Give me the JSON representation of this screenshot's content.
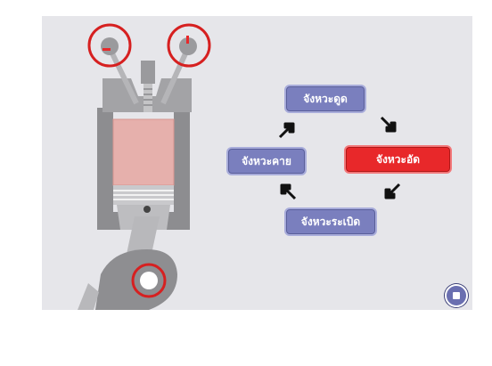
{
  "strokes": {
    "intake": "จังหวะดูด",
    "compression": "จังหวะอัด",
    "power": "จังหวะระเบิด",
    "exhaust": "จังหวะคาย"
  },
  "active_stroke": "compression",
  "icons": {
    "arrows": [
      "arrow-down-right",
      "arrow-down-left",
      "arrow-up-left",
      "arrow-up-right"
    ],
    "stop": "stop-icon"
  },
  "colors": {
    "stroke_button": "#7a7fbe",
    "active_button": "#e8282a",
    "highlight_ring": "#d62020",
    "background": "#e6e6ea"
  }
}
